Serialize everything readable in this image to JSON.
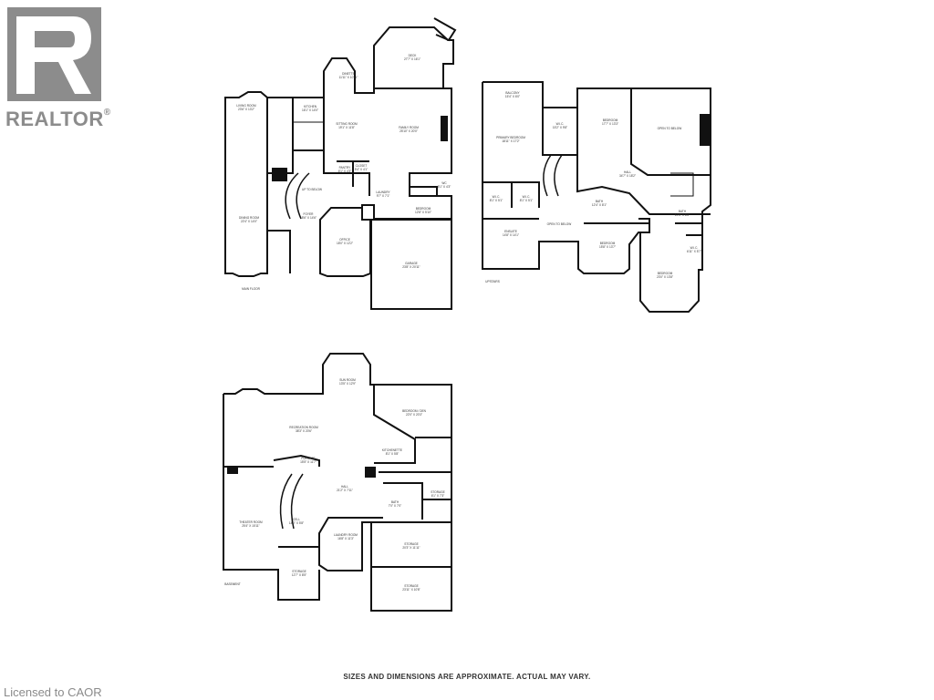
{
  "logo": {
    "icon": "realtor-r-logo-icon",
    "text": "REALTOR",
    "mark": "®"
  },
  "footer": {
    "disclaimer": "SIZES AND DIMENSIONS ARE APPROXIMATE. ACTUAL MAY VARY.",
    "license": "Licensed to CAOR"
  },
  "colors": {
    "wall": "#111111",
    "logo_gray": "#8c8c8c",
    "text": "#333333"
  },
  "floors": {
    "main": {
      "label": "MAIN FLOOR",
      "rooms": {
        "living": {
          "name": "LIVING ROOM",
          "dims": "23'6\" X 13'2\""
        },
        "dining": {
          "name": "DINING ROOM",
          "dims": "22'4\" X 14'0\""
        },
        "kitchen": {
          "name": "KITCHEN",
          "dims": "16'1\" X 14'0\""
        },
        "dinette": {
          "name": "DINETTE",
          "dims": "11'11\" X 10'11\""
        },
        "deck": {
          "name": "DECK",
          "dims": "27'7\" X 16'1\""
        },
        "sitting": {
          "name": "SITTING ROOM",
          "dims": "19'1\" X 11'8\""
        },
        "family": {
          "name": "FAMILY ROOM",
          "dims": "25'10\" X 20'0\""
        },
        "pantry": {
          "name": "PANTRY",
          "dims": "6'1\" X 4'3\""
        },
        "closet": {
          "name": "CLOSET",
          "dims": "5'4\" X 4'1\""
        },
        "foyer": {
          "name": "FOYER",
          "dims": "18'6\" X 14'6\""
        },
        "office": {
          "name": "OFFICE",
          "dims": "18'0\" X 12'2\""
        },
        "garage": {
          "name": "GARAGE",
          "dims": "23'8\" X 20'11\""
        },
        "bedroom": {
          "name": "BEDROOM",
          "dims": "12'8\" X 5'10\""
        },
        "laundry": {
          "name": "LAUNDRY",
          "dims": "9'7\" X 7'1\""
        },
        "wc": {
          "name": "WC",
          "dims": "5'1\" X 4'3\""
        },
        "stair": {
          "name": "UP TO BELOW"
        }
      }
    },
    "upstairs": {
      "label": "UPSTAIRS",
      "rooms": {
        "balcony": {
          "name": "BALCONY",
          "dims": "15'4\" X 6'0\""
        },
        "primary": {
          "name": "PRIMARY BEDROOM",
          "dims": "18'11\" X 17'2\""
        },
        "wic": {
          "name": "W.I.C.",
          "dims": "15'2\" X 9'8\""
        },
        "bed1": {
          "name": "BEDROOM",
          "dims": "17'7\" X 13'3\""
        },
        "open1": {
          "name": "OPEN TO BELOW"
        },
        "hall": {
          "name": "HALL",
          "dims": "34'7\" X 18'2\""
        },
        "wic2": {
          "name": "W.I.C.",
          "dims": "8'1\" X 5'1\""
        },
        "wic3": {
          "name": "W.I.C.",
          "dims": "8'1\" X 5'1\""
        },
        "ensuite": {
          "name": "ENSUITE",
          "dims": "14'8\" X 14'1\""
        },
        "open2": {
          "name": "OPEN TO BELOW"
        },
        "bath1": {
          "name": "BATH",
          "dims": "12'4\" X 8'1\""
        },
        "bath2": {
          "name": "BATH",
          "dims": "10'4\" X 8'6\""
        },
        "bed2": {
          "name": "BEDROOM",
          "dims": "15'8\" X 13'7\""
        },
        "bed3": {
          "name": "BEDROOM",
          "dims": "23'0\" X 13'8\""
        },
        "wic4": {
          "name": "W.I.C.",
          "dims": "6'11\" X 5'7\""
        }
      }
    },
    "basement": {
      "label": "BASEMENT",
      "rooms": {
        "sun": {
          "name": "SUN ROOM",
          "dims": "13'5\" X 12'9\""
        },
        "bed_den": {
          "name": "BEDROOM / DEN",
          "dims": "22'0\" X 20'3\""
        },
        "recreation": {
          "name": "RECREATION ROOM",
          "dims": "38'3\" X 20'6\""
        },
        "kitchenette": {
          "name": "KITCHENETTE",
          "dims": "8'1\" X 5'8\""
        },
        "furnace": {
          "name": "FURNACE",
          "dims": "15'5\" X 11'7\""
        },
        "hall": {
          "name": "HALL",
          "dims": "21'2\" X 7'11\""
        },
        "bath": {
          "name": "BATH",
          "dims": "7'0\" X 7'0\""
        },
        "storage1": {
          "name": "STORAGE",
          "dims": "6'1\" X 7'3\""
        },
        "theater": {
          "name": "THEATER ROOM",
          "dims": "25'4\" X 15'11\""
        },
        "cold": {
          "name": "CELL",
          "dims": "14'0\" X 5'8\""
        },
        "laundry": {
          "name": "LAUNDRY ROOM",
          "dims": "16'8\" X 11'3\""
        },
        "storage2": {
          "name": "STORAGE",
          "dims": "20'3\" X 11'11\""
        },
        "storage3": {
          "name": "STORAGE",
          "dims": "12'7\" X 8'5\""
        },
        "storage4": {
          "name": "STORAGE",
          "dims": "23'11\" X 10'8\""
        }
      }
    }
  }
}
